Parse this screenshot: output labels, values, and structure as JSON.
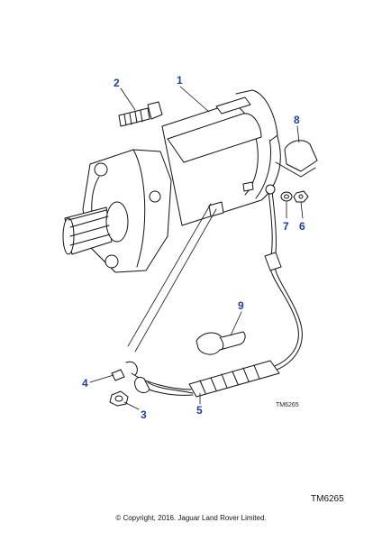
{
  "diagram": {
    "callouts": [
      "1",
      "2",
      "3",
      "4",
      "5",
      "6",
      "7",
      "8",
      "9"
    ],
    "ref_small": "TM6265",
    "ref_large": "TM6265"
  },
  "footer": {
    "copyright": "© Copyright, 2016. Jaguar Land Rover Limited."
  },
  "colors": {
    "callout_text": "#1f3fa6",
    "line_art": "#111111",
    "background": "#ffffff"
  }
}
